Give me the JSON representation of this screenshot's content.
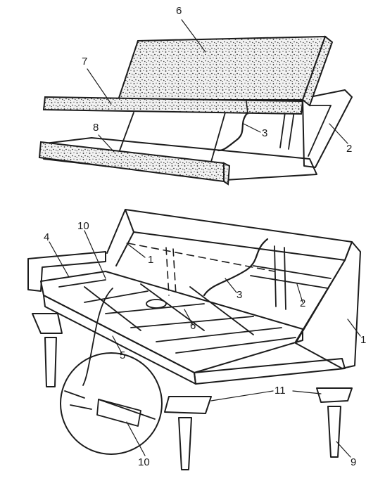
{
  "figure": {
    "callouts": {
      "c6_top": "6",
      "c7": "7",
      "c8": "8",
      "c3_top": "3",
      "c2_top": "2",
      "c10_top": "10",
      "c4": "4",
      "c1_back": "1",
      "c3_bot": "3",
      "c2_bot": "2",
      "c6_bot": "6",
      "c5": "5",
      "c1_side": "1",
      "c11": "11",
      "c10_bot": "10",
      "c9": "9"
    }
  }
}
